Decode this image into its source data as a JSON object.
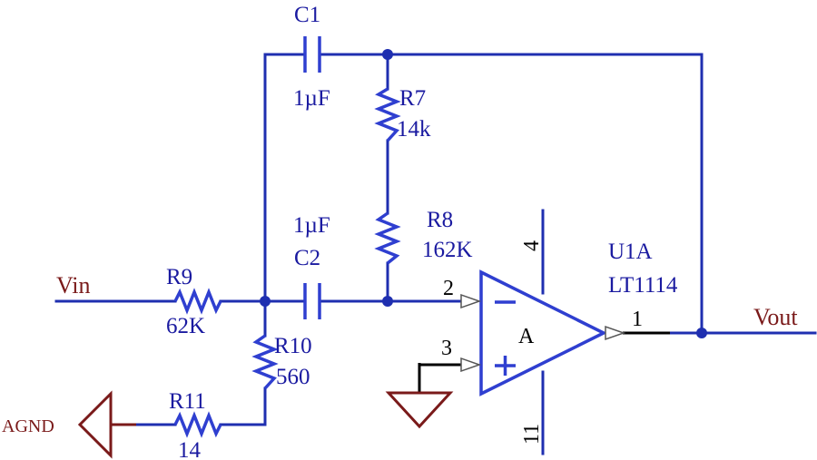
{
  "nets": {
    "vin": "Vin",
    "vout": "Vout",
    "agnd": "AGND"
  },
  "components": {
    "c1": {
      "ref": "C1",
      "value": "1µF"
    },
    "c2": {
      "ref": "C2",
      "value": "1µF"
    },
    "r7": {
      "ref": "R7",
      "value": "14k"
    },
    "r8": {
      "ref": "R8",
      "value": "162K"
    },
    "r9": {
      "ref": "R9",
      "value": "62K"
    },
    "r10": {
      "ref": "R10",
      "value": "560"
    },
    "r11": {
      "ref": "R11",
      "value": "14"
    },
    "u1a": {
      "ref": "U1A",
      "part": "LT1114",
      "section": "A",
      "pins": {
        "inv": "2",
        "noninv": "3",
        "out": "1",
        "vplus": "4",
        "vminus": "11"
      }
    }
  },
  "colors": {
    "wire": "#1f2fb0",
    "component": "#2f3fd0",
    "net_label": "#7a1a1a",
    "label": "#1a1aa0"
  }
}
